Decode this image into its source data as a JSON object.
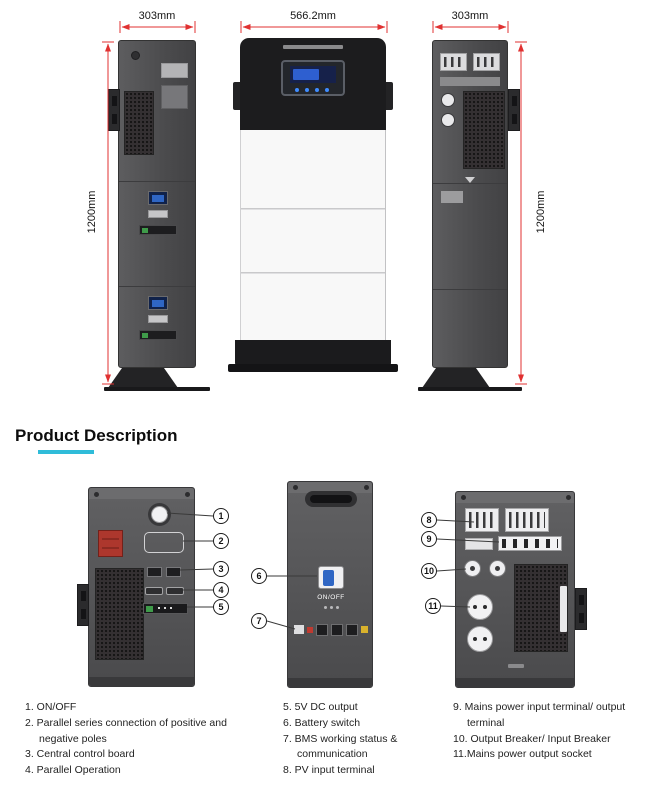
{
  "page": {
    "heading": "Product Description"
  },
  "dimensions": {
    "side_left_width": "303mm",
    "front_width": "566.2mm",
    "side_right_width": "303mm",
    "side_left_height": "1200mm",
    "side_right_height": "1200mm"
  },
  "detail_middle": {
    "switch_label": "ON/OFF"
  },
  "callouts": {
    "c1": "1",
    "c2": "2",
    "c3": "3",
    "c4": "4",
    "c5": "5",
    "c6": "6",
    "c7": "7",
    "c8": "8",
    "c9": "9",
    "c10": "10",
    "c11": "11"
  },
  "legend": {
    "col1": [
      "1. ON/OFF",
      "2. Parallel series connection of positive and negative poles",
      "3. Central control board",
      "4. Parallel Operation"
    ],
    "col2": [
      "5. 5V DC output",
      "6. Battery switch",
      "7. BMS working status & communication",
      "8. PV input terminal"
    ],
    "col3": [
      "9. Mains power input terminal/ output terminal",
      "10. Output Breaker/ Input Breaker",
      "11.Mains power output socket"
    ]
  },
  "colors": {
    "dimension_red": "#e03131",
    "accent_cyan": "#2fbcd9",
    "device_dark": "#4e4e50",
    "device_black": "#1c1c1e",
    "screen_blue": "#2f66c4",
    "alert_red": "#ad372d"
  }
}
